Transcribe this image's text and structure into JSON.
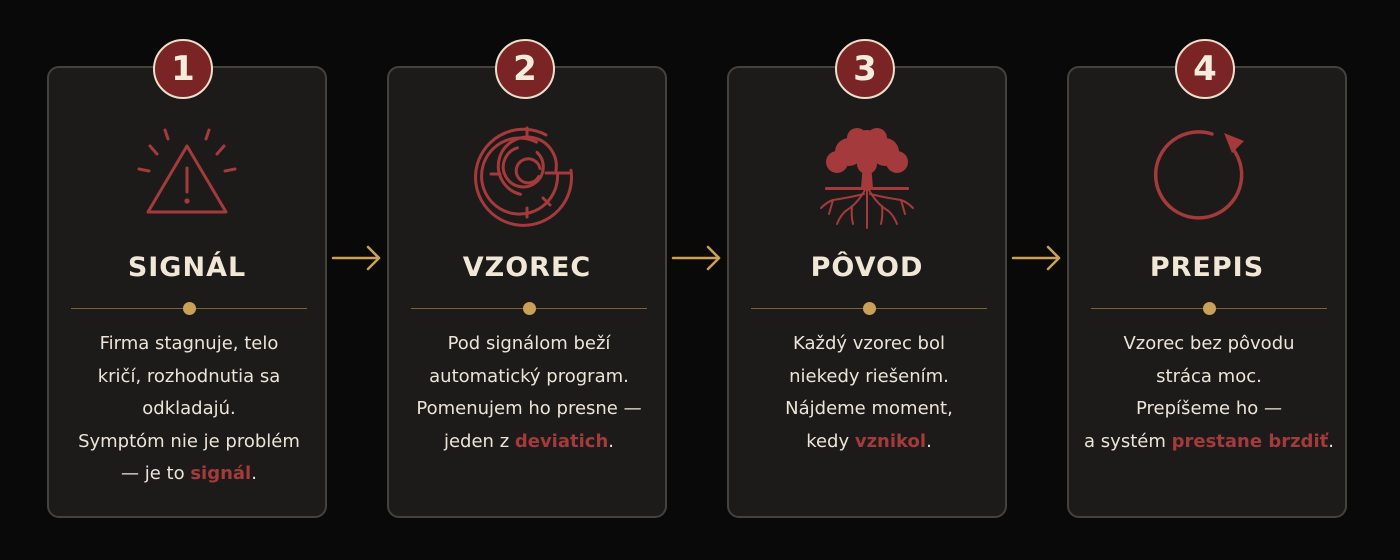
{
  "steps": [
    {
      "number": "1",
      "title": "SIGNÁL",
      "icon": "warning-triangle-icon",
      "lines": [
        "Firma stagnuje, telo",
        "kričí, rozhodnutia sa",
        "odkladajú.",
        "Symptóm nie je problém"
      ],
      "last_prefix": "— je to ",
      "highlight": "signál",
      "suffix": "."
    },
    {
      "number": "2",
      "title": "VZOREC",
      "icon": "maze-icon",
      "lines": [
        "Pod signálom beží",
        "automatický program.",
        "Pomenujem ho presne —"
      ],
      "last_prefix": "jeden z ",
      "highlight": "deviatich",
      "suffix": "."
    },
    {
      "number": "3",
      "title": "PÔVOD",
      "icon": "tree-roots-icon",
      "lines": [
        "Každý vzorec bol",
        "niekedy riešením.",
        "Nájdeme moment,"
      ],
      "last_prefix": "kedy ",
      "highlight": "vznikol",
      "suffix": "."
    },
    {
      "number": "4",
      "title": "PREPIS",
      "icon": "refresh-cycle-icon",
      "lines": [
        "Vzorec bez pôvodu",
        "stráca moc.",
        "Prepíšeme ho —"
      ],
      "last_prefix": "a systém ",
      "highlight": "prestane brzdiť",
      "suffix": "."
    }
  ],
  "arrows": [
    "arrow-right-icon",
    "arrow-right-icon",
    "arrow-right-icon"
  ],
  "colors": {
    "background": "#0a0909",
    "card": "#1c1b1a",
    "card_border": "#45413c",
    "accent_red": "#a43a3b",
    "badge_red": "#7a2426",
    "gold": "#c9a158",
    "title_text": "#f1e7d6",
    "body_text": "#ece4d8"
  }
}
